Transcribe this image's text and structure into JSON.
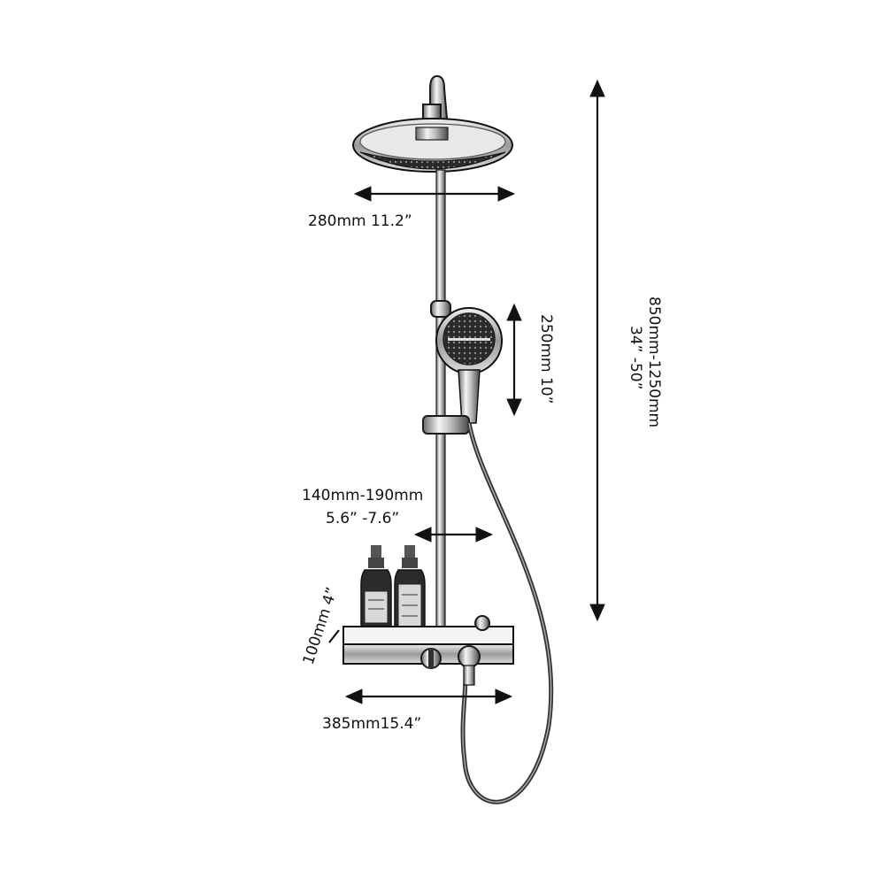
{
  "dimensions": {
    "head_width": "280mm 11.2”",
    "handheld_height": "250mm 10”",
    "total_height_mm": "850mm-1250mm",
    "total_height_in": "34” -50”",
    "arm_reach_mm": "140mm-190mm",
    "arm_reach_in": "5.6”  -7.6”",
    "shelf_height": "100mm 4”",
    "shelf_width": "385mm15.4”"
  },
  "colors": {
    "line": "#111111",
    "chrome_light": "#f2f2f2",
    "chrome_dark": "#5a5a5a",
    "bottle": "#3a3a3a"
  }
}
